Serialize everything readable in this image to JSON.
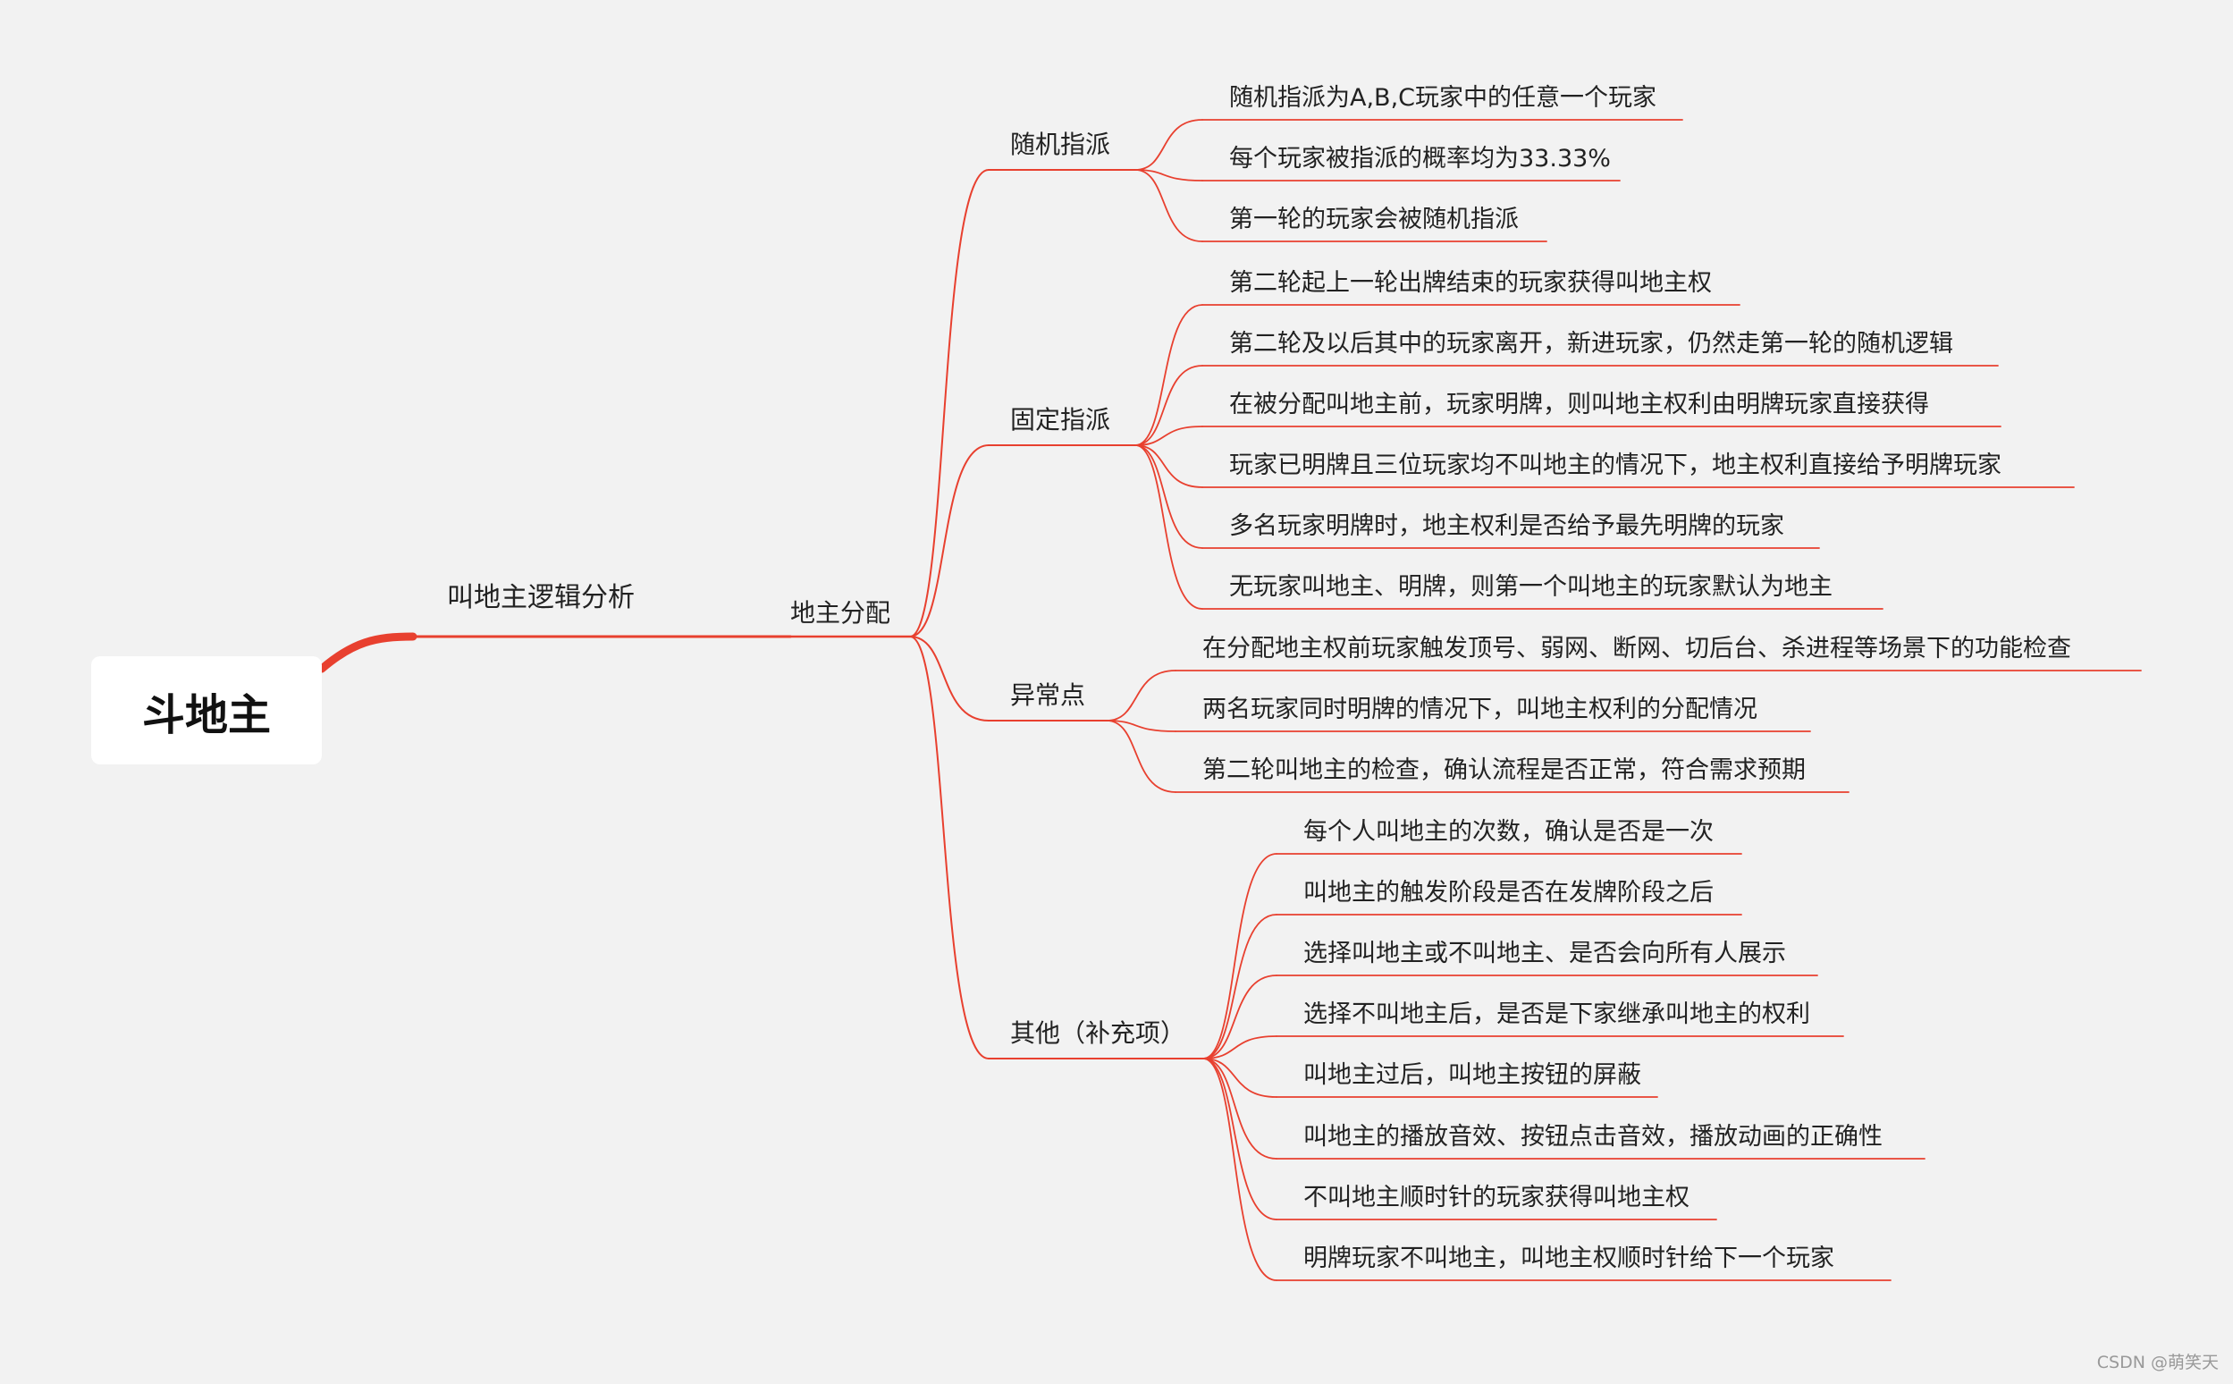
{
  "mindmap": {
    "root": "斗地主",
    "level1": "叫地主逻辑分析",
    "level2": "地主分配",
    "branches": [
      {
        "label": "随机指派",
        "items": [
          "随机指派为A,B,C玩家中的任意一个玩家",
          "每个玩家被指派的概率均为33.33%",
          "第一轮的玩家会被随机指派"
        ]
      },
      {
        "label": "固定指派",
        "items": [
          "第二轮起上一轮出牌结束的玩家获得叫地主权",
          "第二轮及以后其中的玩家离开，新进玩家，仍然走第一轮的随机逻辑",
          "在被分配叫地主前，玩家明牌，则叫地主权利由明牌玩家直接获得",
          "玩家已明牌且三位玩家均不叫地主的情况下，地主权利直接给予明牌玩家",
          "多名玩家明牌时，地主权利是否给予最先明牌的玩家",
          "无玩家叫地主、明牌，则第一个叫地主的玩家默认为地主"
        ]
      },
      {
        "label": "异常点",
        "items": [
          "在分配地主权前玩家触发顶号、弱网、断网、切后台、杀进程等场景下的功能检查",
          "两名玩家同时明牌的情况下，叫地主权利的分配情况",
          "第二轮叫地主的检查，确认流程是否正常，符合需求预期"
        ]
      },
      {
        "label": "其他（补充项）",
        "items": [
          "每个人叫地主的次数，确认是否是一次",
          "叫地主的触发阶段是否在发牌阶段之后",
          "选择叫地主或不叫地主、是否会向所有人展示",
          "选择不叫地主后，是否是下家继承叫地主的权利",
          "叫地主过后，叫地主按钮的屏蔽",
          "叫地主的播放音效、按钮点击音效，播放动画的正确性",
          "不叫地主顺时针的玩家获得叫地主权",
          "明牌玩家不叫地主，叫地主权顺时针给下一个玩家"
        ]
      }
    ]
  },
  "watermark": "CSDN @萌笑天",
  "colors": {
    "line": "#e8402f",
    "root_bg": "#ffffff",
    "background": "#f2f2f2"
  }
}
